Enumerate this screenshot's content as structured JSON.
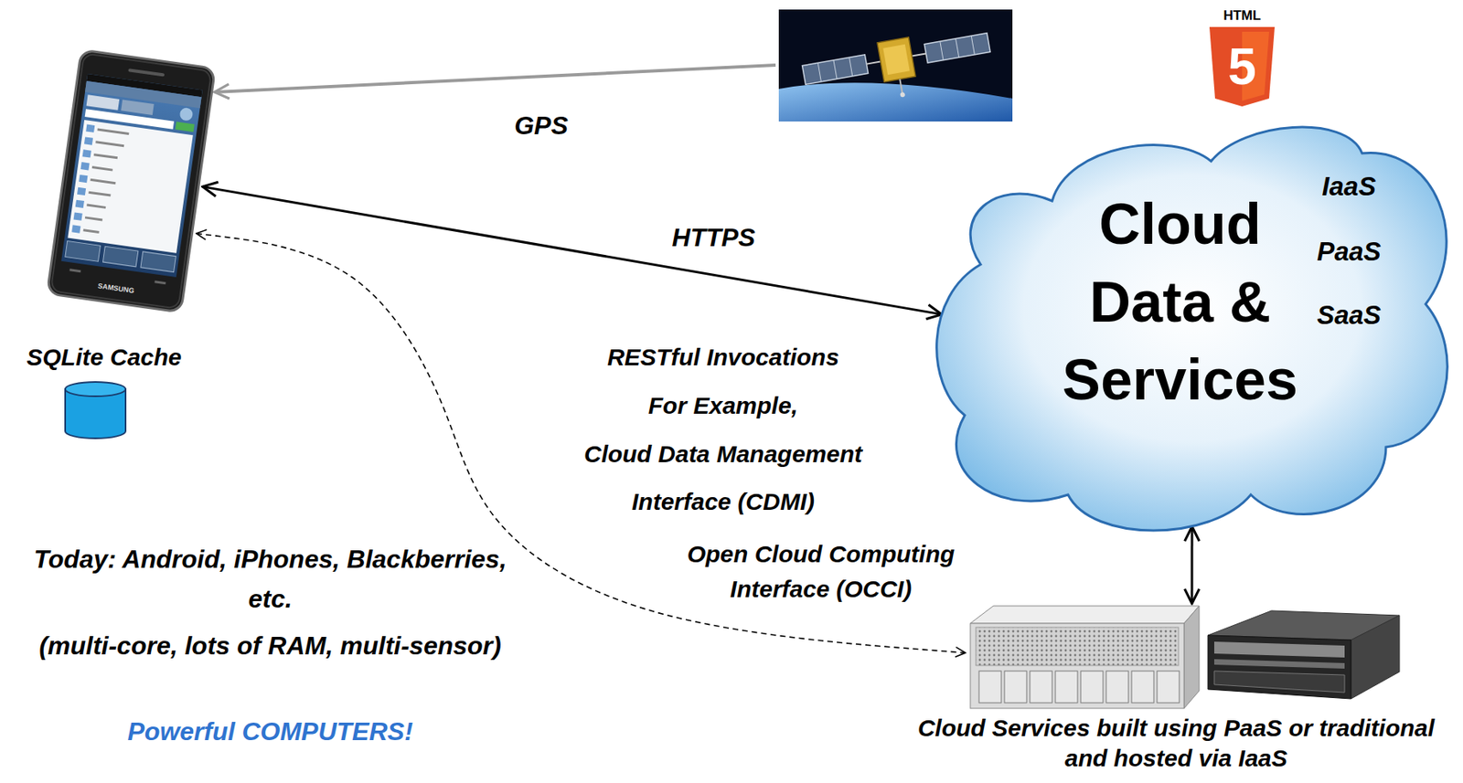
{
  "diagram": {
    "nodes": [
      {
        "text": [
          "SQLite Cache"
        ]
      },
      {
        "text": [
          "Cloud Data & Services",
          "IaaS",
          "PaaS",
          "SaaS"
        ]
      },
      {
        "text": [
          "Cloud Services built using PaaS or traditional and hosted via IaaS"
        ]
      }
    ],
    "edges": [
      {
        "from": 0,
        "to": 1,
        "label": "HTTPS",
        "arrow": "both"
      },
      {
        "from": 1,
        "to": 2,
        "arrow": "both"
      },
      {
        "from": 0,
        "to": 2,
        "arrow": "both"
      }
    ],
    "labels": [
      "GPS",
      "HTML",
      "5",
      "SAMSUNG",
      "RESTful Invocations",
      "For Example,",
      "Cloud Data Management Interface (CDMI)",
      "Open Cloud Computing Interface (OCCI)",
      "Today: Android, iPhones, Blackberries, etc.",
      "(multi-core, lots of RAM, multi-sensor)",
      "Powerful COMPUTERS!"
    ]
  }
}
